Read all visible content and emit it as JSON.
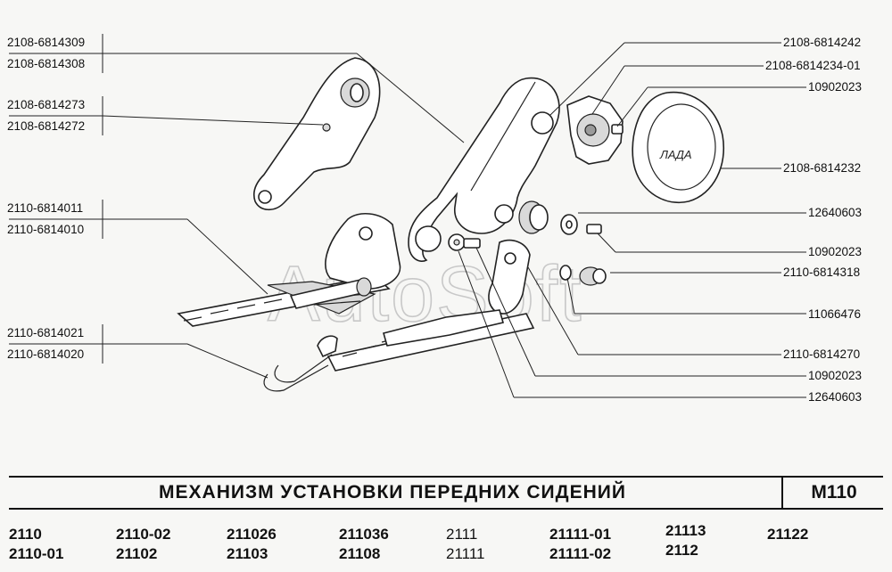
{
  "watermark": "AutoSoft",
  "title": "МЕХАНИЗМ УСТАНОВКИ ПЕРЕДНИХ СИДЕНИЙ",
  "code": "M110",
  "left_labels": [
    "2108-6814309",
    "2108-6814308",
    "2108-6814273",
    "2108-6814272",
    "2110-6814011",
    "2110-6814010",
    "2110-6814021",
    "2110-6814020"
  ],
  "right_labels": [
    "2108-6814242",
    "2108-6814234-01",
    "10902023",
    "2108-6814232",
    "12640603",
    "10902023",
    "2110-6814318",
    "11066476",
    "2110-6814270",
    "10902023",
    "12640603"
  ],
  "logo_text": "ЛАДА",
  "models": [
    [
      "2110",
      "2110-01"
    ],
    [
      "2110-02",
      "21102"
    ],
    [
      "211026",
      "21103"
    ],
    [
      "211036",
      "21108"
    ],
    [
      "2111",
      "21111"
    ],
    [
      "21111-01",
      "21111-02"
    ],
    [
      "21113",
      "2112"
    ],
    [
      "21122"
    ]
  ]
}
